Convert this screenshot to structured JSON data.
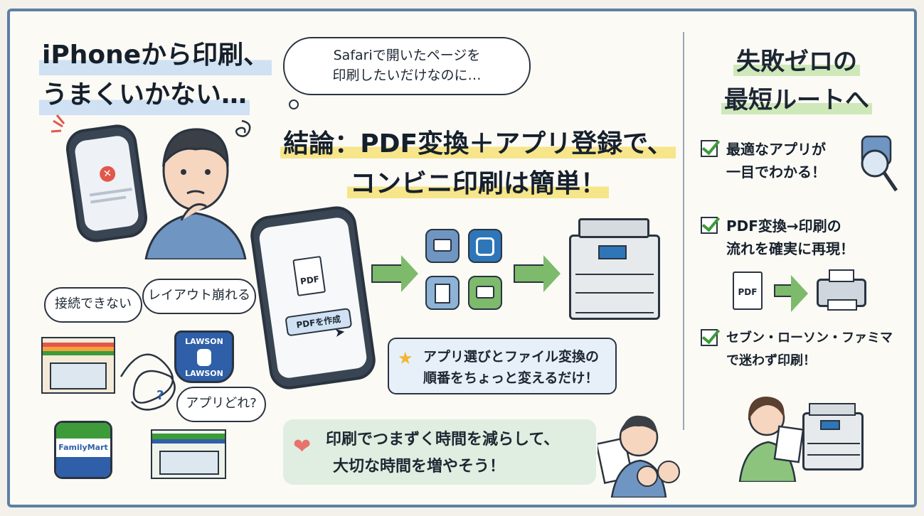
{
  "left": {
    "title_line1": "iPhoneから印刷、",
    "title_line2": "うまくいかない…",
    "bubble_connect": "接続できない",
    "bubble_layout": "レイアウト崩れる",
    "bubble_app": "アプリどれ?",
    "lawson_top": "LAWSON",
    "lawson_bottom": "LAWSON",
    "familymart_label": "FamilyMart"
  },
  "center": {
    "thought_line1": "Safariで開いたページを",
    "thought_line2": "印刷したいだけなのに…",
    "conclusion_line1": "結論：PDF変換＋アプリ登録で、",
    "conclusion_line2": "コンビニ印刷は簡単！",
    "phone_doc_label": "PDF",
    "phone_button_label": "PDFを作成",
    "tip_line1": "アプリ選びとファイル変換の",
    "tip_line2": "順番をちょっと変えるだけ！",
    "bottom_line1": "印刷でつまずく時間を減らして、",
    "bottom_line2": "大切な時間を増やそう！"
  },
  "right": {
    "title_line1": "失敗ゼロの",
    "title_line2": "最短ルートへ",
    "item1_line1": "最適なアプリが",
    "item1_line2": "一目でわかる！",
    "item2_line1": "PDF変換→印刷の",
    "item2_line2": "流れを確実に再現！",
    "item2_doc_label": "PDF",
    "item3_line1": "セブン・ローソン・ファミマ",
    "item3_line2": "で迷わず印刷！"
  },
  "colors": {
    "frame": "#5d7fa3",
    "arrow_green": "#7dba6b",
    "highlight_yellow": "#f7e58a",
    "highlight_blue": "#cfe1f3",
    "highlight_green": "#cfe8b9"
  }
}
